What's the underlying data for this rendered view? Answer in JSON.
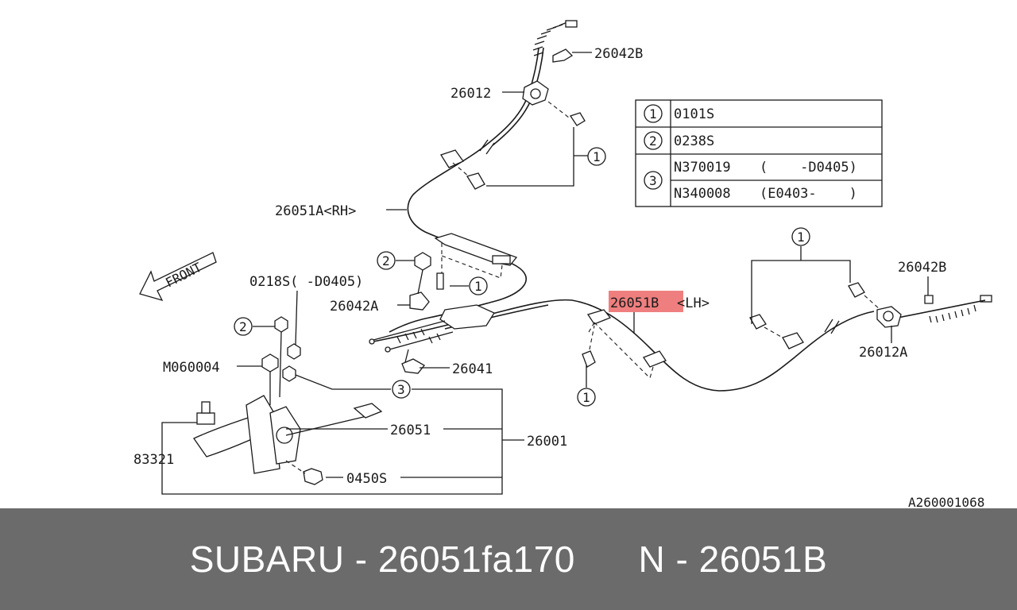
{
  "diagram": {
    "labels": {
      "p26042B_top": "26042B",
      "p26012": "26012",
      "p26051A": "26051A<RH>",
      "p0218S": "0218S(  -D0405)",
      "p26042A": "26042A",
      "pM060004": "M060004",
      "p83321": "83321",
      "p26041": "26041",
      "p26051": "26051",
      "p26001": "26001",
      "p0450S": "0450S",
      "p26051B": "26051B",
      "pLH": "<LH>",
      "p26042B_right": "26042B",
      "p26012A": "26012A",
      "front": "FRONT",
      "ref": "A260001068"
    },
    "callouts": {
      "c1": "1",
      "c2": "2",
      "c3": "3"
    },
    "table": {
      "rows": [
        {
          "num": "1",
          "code": "0101S",
          "range": ""
        },
        {
          "num": "2",
          "code": "0238S",
          "range": ""
        },
        {
          "num": "3",
          "code": "N370019",
          "range": "(    -D0405)"
        },
        {
          "num": "",
          "code": "N340008",
          "range": "(E0403-    )"
        }
      ]
    },
    "highlight_color": "#ef7f7f"
  },
  "banner": {
    "brand": "SUBARU",
    "sep1": " - ",
    "part_number": "26051fa170",
    "gap": "      ",
    "ref_prefix": "N",
    "sep2": " - ",
    "ref_code": "26051B"
  }
}
